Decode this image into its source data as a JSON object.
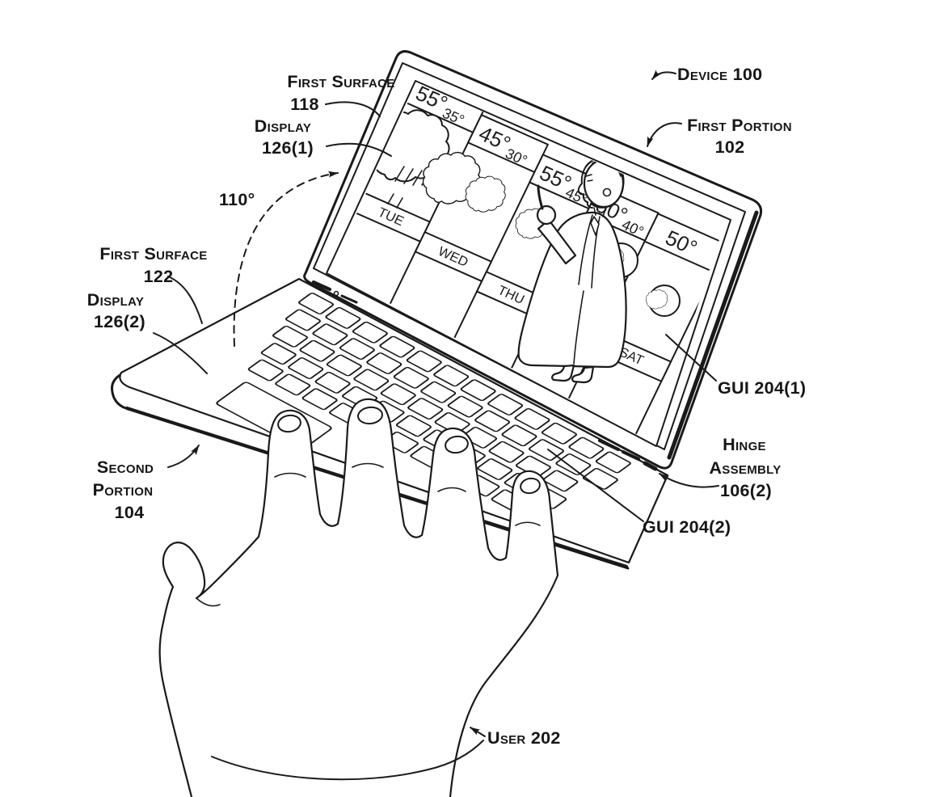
{
  "labels": {
    "first_surface_118": {
      "line1": "First Surface",
      "line2": "118"
    },
    "display_126_1": {
      "line1": "Display",
      "line2": "126(1)"
    },
    "device_100": {
      "text": "Device 100"
    },
    "first_portion_102": {
      "line1": "First Portion",
      "line2": "102"
    },
    "angle": {
      "text": "110°"
    },
    "first_surface_122": {
      "line1": "First Surface",
      "line2": "122"
    },
    "display_126_2": {
      "line1": "Display",
      "line2": "126(2)"
    },
    "second_portion_104": {
      "line1": "Second",
      "line2": "Portion",
      "line3": "104"
    },
    "gui_204_1": {
      "text": "GUI 204(1)"
    },
    "hinge_assembly": {
      "line1": "Hinge",
      "line2": "Assembly",
      "line3": "106(2)"
    },
    "gui_204_2": {
      "text": "GUI 204(2)"
    },
    "user_202": {
      "text": "User 202"
    }
  },
  "weather_gui": {
    "columns": [
      {
        "day": "TUE",
        "high": "55°",
        "low": "35°"
      },
      {
        "day": "WED",
        "high": "45°",
        "low": "30°"
      },
      {
        "day": "THU",
        "high": "55°",
        "low": "45°"
      },
      {
        "day": "",
        "high": "50°",
        "low": "40°"
      },
      {
        "day": "SAT",
        "high": "50°",
        "low": ""
      }
    ]
  },
  "colors": {
    "ink": "#1a1a1a",
    "paper": "#ffffff"
  }
}
